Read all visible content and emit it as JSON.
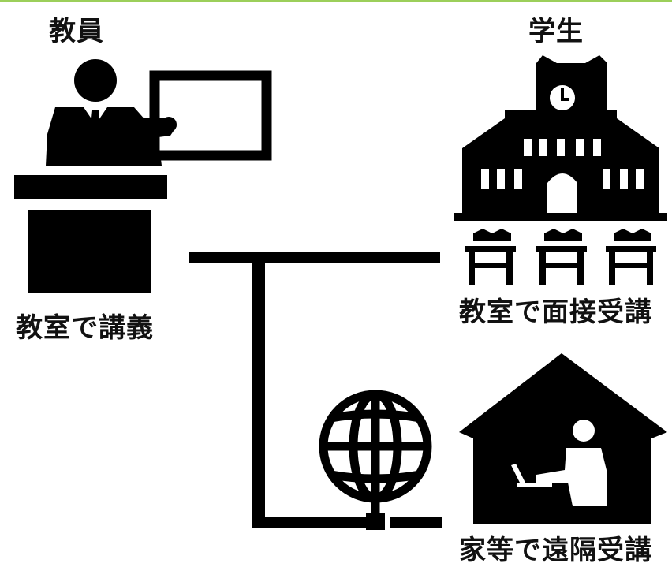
{
  "labels": {
    "teacher": "教員",
    "student": "学生",
    "classroom_lecture": "教室で講義",
    "classroom_in_person": "教室で面接受講",
    "remote_home": "家等で遠隔受講"
  },
  "icons": {
    "teacher": "teacher-at-podium-icon",
    "school": "school-building-icon",
    "desks": "student-desk-icon",
    "globe": "internet-globe-icon",
    "home": "remote-learner-house-icon"
  },
  "colors": {
    "foreground": "#000000",
    "accent": "#9ccf5a",
    "background": "#ffffff"
  }
}
